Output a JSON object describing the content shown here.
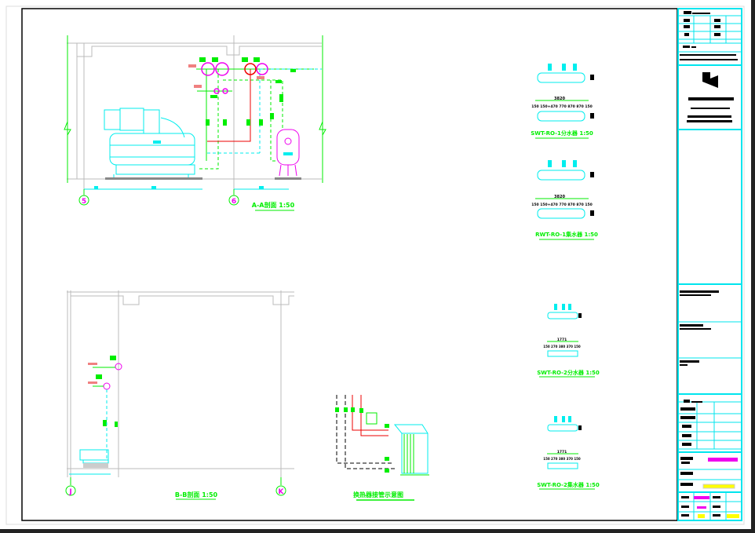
{
  "colors": {
    "frame": "#000000",
    "titleblock": "#00e5ee",
    "pipe_green": "#00ee00",
    "pipe_red": "#ee0000",
    "equip_cyan": "#00eeee",
    "magenta": "#ee00ee",
    "wall": "#bbbbbb",
    "note_red": "#f08080",
    "yellow": "#ffff00"
  },
  "sections": {
    "aa": {
      "title": "A-A剖面 1:50",
      "axis_left": "5",
      "axis_right": "6"
    },
    "bb": {
      "title": "B-B剖面 1:50",
      "axis_left": "J",
      "axis_right": "K"
    },
    "schematic": {
      "title": "换热器接管示意图"
    }
  },
  "manifolds": [
    {
      "title": "SWT-RO-1分水器 1:50",
      "total": "3820",
      "dims": [
        "150",
        "150+470",
        "770",
        "870",
        "870",
        "150"
      ]
    },
    {
      "title": "RWT-RO-1集水器 1:50",
      "total": "3820",
      "dims": [
        "150",
        "150+470",
        "770",
        "870",
        "870",
        "150"
      ]
    },
    {
      "title": "SWT-RO-2分水器 1:50",
      "total": "1771",
      "dims": [
        "150",
        "270",
        "380",
        "370",
        "150"
      ]
    },
    {
      "title": "SWT-RO-2集水器 1:50",
      "total": "1771",
      "dims": [
        "150",
        "270",
        "380",
        "370",
        "150"
      ]
    }
  ]
}
